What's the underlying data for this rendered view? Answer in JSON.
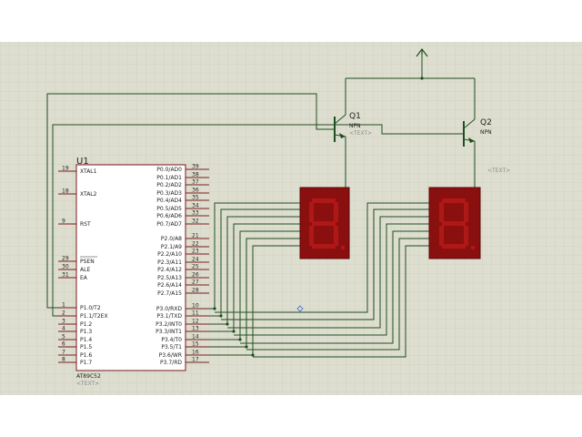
{
  "colors": {
    "sheet_bg": "#deded0",
    "grid": "#c8c8b8",
    "wire": "#1e4f1e",
    "pin": "#7a1a1a",
    "chip_fill": "#ffffff",
    "display_bg": "#8a0f0f",
    "segment_off": "#b01818"
  },
  "mcu": {
    "ref": "U1",
    "part": "AT89C52",
    "text_placeholder": "<TEXT>",
    "left_pins": [
      {
        "num": "19",
        "name": "XTAL1"
      },
      {
        "num": "18",
        "name": "XTAL2"
      },
      {
        "num": "9",
        "name": "RST"
      },
      {
        "num": "29",
        "name": "PSEN"
      },
      {
        "num": "30",
        "name": "ALE"
      },
      {
        "num": "31",
        "name": "EA"
      },
      {
        "num": "1",
        "name": "P1.0/T2"
      },
      {
        "num": "2",
        "name": "P1.1/T2EX"
      },
      {
        "num": "3",
        "name": "P1.2"
      },
      {
        "num": "4",
        "name": "P1.3"
      },
      {
        "num": "5",
        "name": "P1.4"
      },
      {
        "num": "6",
        "name": "P1.5"
      },
      {
        "num": "7",
        "name": "P1.6"
      },
      {
        "num": "8",
        "name": "P1.7"
      }
    ],
    "right_pins": [
      {
        "num": "39",
        "name": "P0.0/AD0"
      },
      {
        "num": "38",
        "name": "P0.1/AD1"
      },
      {
        "num": "37",
        "name": "P0.2/AD2"
      },
      {
        "num": "36",
        "name": "P0.3/AD3"
      },
      {
        "num": "35",
        "name": "P0.4/AD4"
      },
      {
        "num": "34",
        "name": "P0.5/AD5"
      },
      {
        "num": "33",
        "name": "P0.6/AD6"
      },
      {
        "num": "32",
        "name": "P0.7/AD7"
      },
      {
        "num": "21",
        "name": "P2.0/A8"
      },
      {
        "num": "22",
        "name": "P2.1/A9"
      },
      {
        "num": "23",
        "name": "P2.2/A10"
      },
      {
        "num": "24",
        "name": "P2.3/A11"
      },
      {
        "num": "25",
        "name": "P2.4/A12"
      },
      {
        "num": "26",
        "name": "P2.5/A13"
      },
      {
        "num": "27",
        "name": "P2.6/A14"
      },
      {
        "num": "28",
        "name": "P2.7/A15"
      },
      {
        "num": "10",
        "name": "P3.0/RXD"
      },
      {
        "num": "11",
        "name": "P3.1/TXD"
      },
      {
        "num": "12",
        "name": "P3.2/INT0"
      },
      {
        "num": "13",
        "name": "P3.3/INT1"
      },
      {
        "num": "14",
        "name": "P3.4/T0"
      },
      {
        "num": "15",
        "name": "P3.5/T1"
      },
      {
        "num": "16",
        "name": "P3.6/WR"
      },
      {
        "num": "17",
        "name": "P3.7/RD"
      }
    ]
  },
  "transistors": [
    {
      "ref": "Q1",
      "type": "NPN",
      "text_placeholder": "<TEXT>"
    },
    {
      "ref": "Q2",
      "type": "NPN",
      "text_placeholder": "<TEXT>"
    }
  ]
}
